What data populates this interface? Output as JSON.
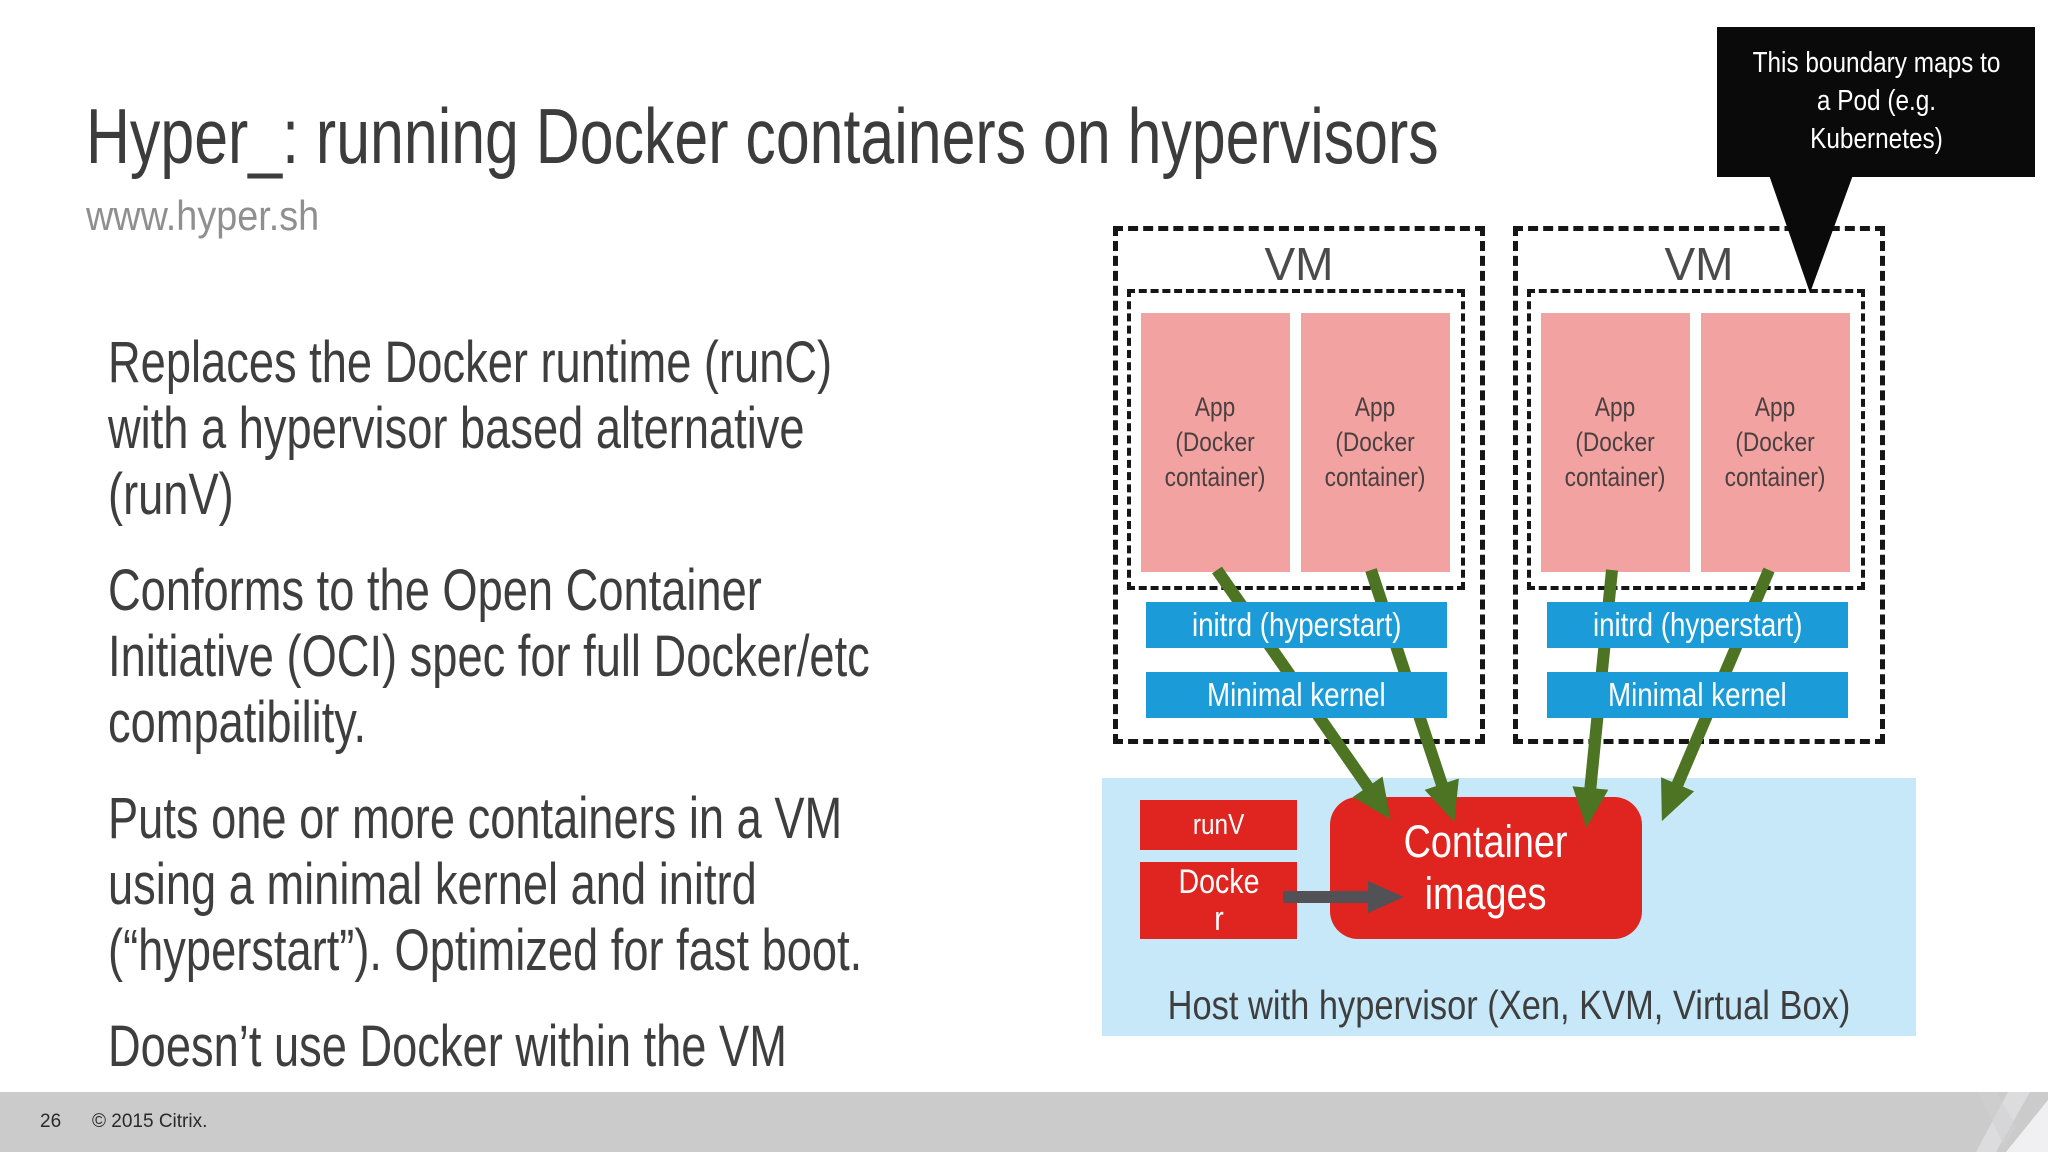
{
  "slide": {
    "title": "Hyper_: running Docker containers on hypervisors",
    "subtitle": "www.hyper.sh",
    "bullets": [
      "Replaces the Docker runtime (runC)\nwith a hypervisor based alternative\n(runV)",
      "Conforms to the Open Container\nInitiative (OCI) spec for full Docker/etc\ncompatibility.",
      "Puts one or more containers in a VM\nusing a minimal kernel and initrd\n(“hyperstart”). Optimized for fast boot.",
      "Doesn’t use Docker within the VM"
    ],
    "callout": "This boundary maps to\na Pod (e.g.\nKubernetes)",
    "diagram": {
      "vm1": {
        "label": "VM",
        "apps": [
          "App\n(Docker\ncontainer)",
          "App\n(Docker\ncontainer)"
        ],
        "initrd": "initrd (hyperstart)",
        "kernel": "Minimal kernel"
      },
      "vm2": {
        "label": "VM",
        "apps": [
          "App\n(Docker\ncontainer)",
          "App\n(Docker\ncontainer)"
        ],
        "initrd": "initrd (hyperstart)",
        "kernel": "Minimal kernel"
      },
      "host": {
        "runv": "runV",
        "docker": "Docker",
        "container_images": "Container\nimages",
        "label": "Host with hypervisor (Xen, KVM, Virtual Box)"
      }
    },
    "footer": {
      "page_number": "26",
      "copyright": "© 2015 Citrix."
    },
    "colors": {
      "box_red": "#e0241f",
      "bar_blue": "#1b9cd9",
      "host_blue": "#c7e8f9",
      "app_pink": "#f2a2a1",
      "arrow_green": "#4c7423",
      "docker_arrow_gray": "#515156",
      "callout_black": "#0a0a0a",
      "footer_gray": "#cbcbcb",
      "text_dark": "#3e3e3e",
      "subtitle_gray": "#8f8f8f"
    }
  }
}
